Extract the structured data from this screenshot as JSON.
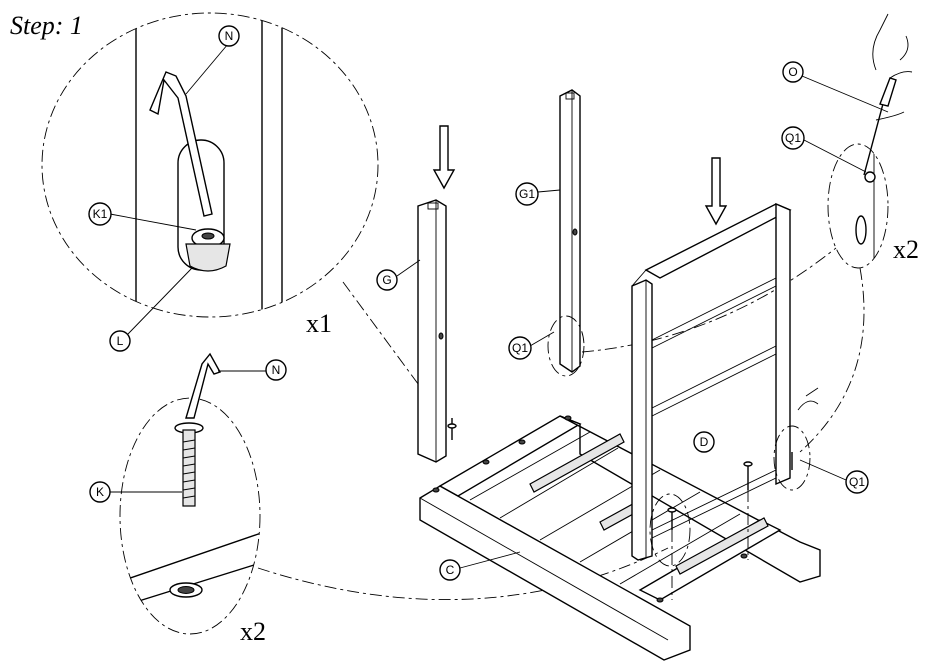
{
  "step": {
    "label": "Step: 1"
  },
  "quantities": {
    "top_detail": "x1",
    "bottom_detail": "x2",
    "right_detail": "x2"
  },
  "callouts": {
    "N_top": "N",
    "K1": "K1",
    "L": "L",
    "N_bottom": "N",
    "K": "K",
    "G": "G",
    "G1": "G1",
    "Q1_center": "Q1",
    "O": "O",
    "Q1_top_right": "Q1",
    "D": "D",
    "Q1_right": "Q1",
    "C": "C"
  }
}
